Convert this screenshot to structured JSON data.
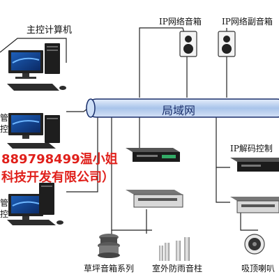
{
  "labels": {
    "main_pc": "主控计算机",
    "ip_speaker": "IP网络音箱",
    "ip_sub_speaker": "IP网络副音箱",
    "lan": "局域网",
    "ip_decoder": "IP解码控制",
    "lawn_speaker": "草坪音箱系列",
    "outdoor_column": "室外防雨音柱",
    "ceiling_speaker": "吸顶喇叭",
    "left_cut_1": "管",
    "left_cut_2": "控",
    "left_cut_3": "管",
    "left_cut_4": "控"
  },
  "watermark": {
    "line1": "889798499温小姐",
    "line2": "科技开发有限公司）"
  },
  "colors": {
    "lan_tube": "#bcd3f0",
    "lan_outline": "#1a2f6b",
    "line": "#222222",
    "watermark": "#e0201b"
  }
}
